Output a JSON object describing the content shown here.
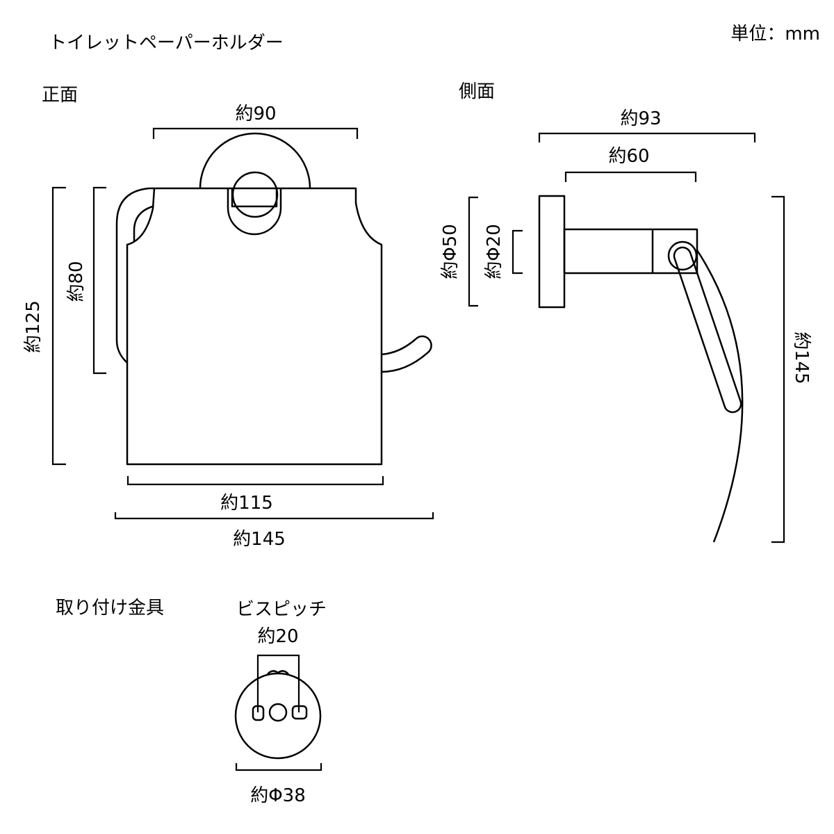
{
  "title": "トイレットペーパーホルダー",
  "unit": "単位：mm",
  "front": {
    "heading": "正面",
    "dims": {
      "top_width": "約90",
      "height_total": "約125",
      "height_upper": "約80",
      "body_width": "約115",
      "total_width": "約145"
    }
  },
  "side": {
    "heading": "側面",
    "dims": {
      "depth_total": "約93",
      "arm_length": "約60",
      "plate_dia": "約Φ50",
      "arm_dia": "約Φ20",
      "height_total": "約145"
    }
  },
  "bracket": {
    "heading": "取り付け金具",
    "pitch_label": "ビスピッチ",
    "pitch_value": "約20",
    "diameter": "約Φ38"
  },
  "colors": {
    "line": "#000000",
    "background": "#ffffff"
  }
}
